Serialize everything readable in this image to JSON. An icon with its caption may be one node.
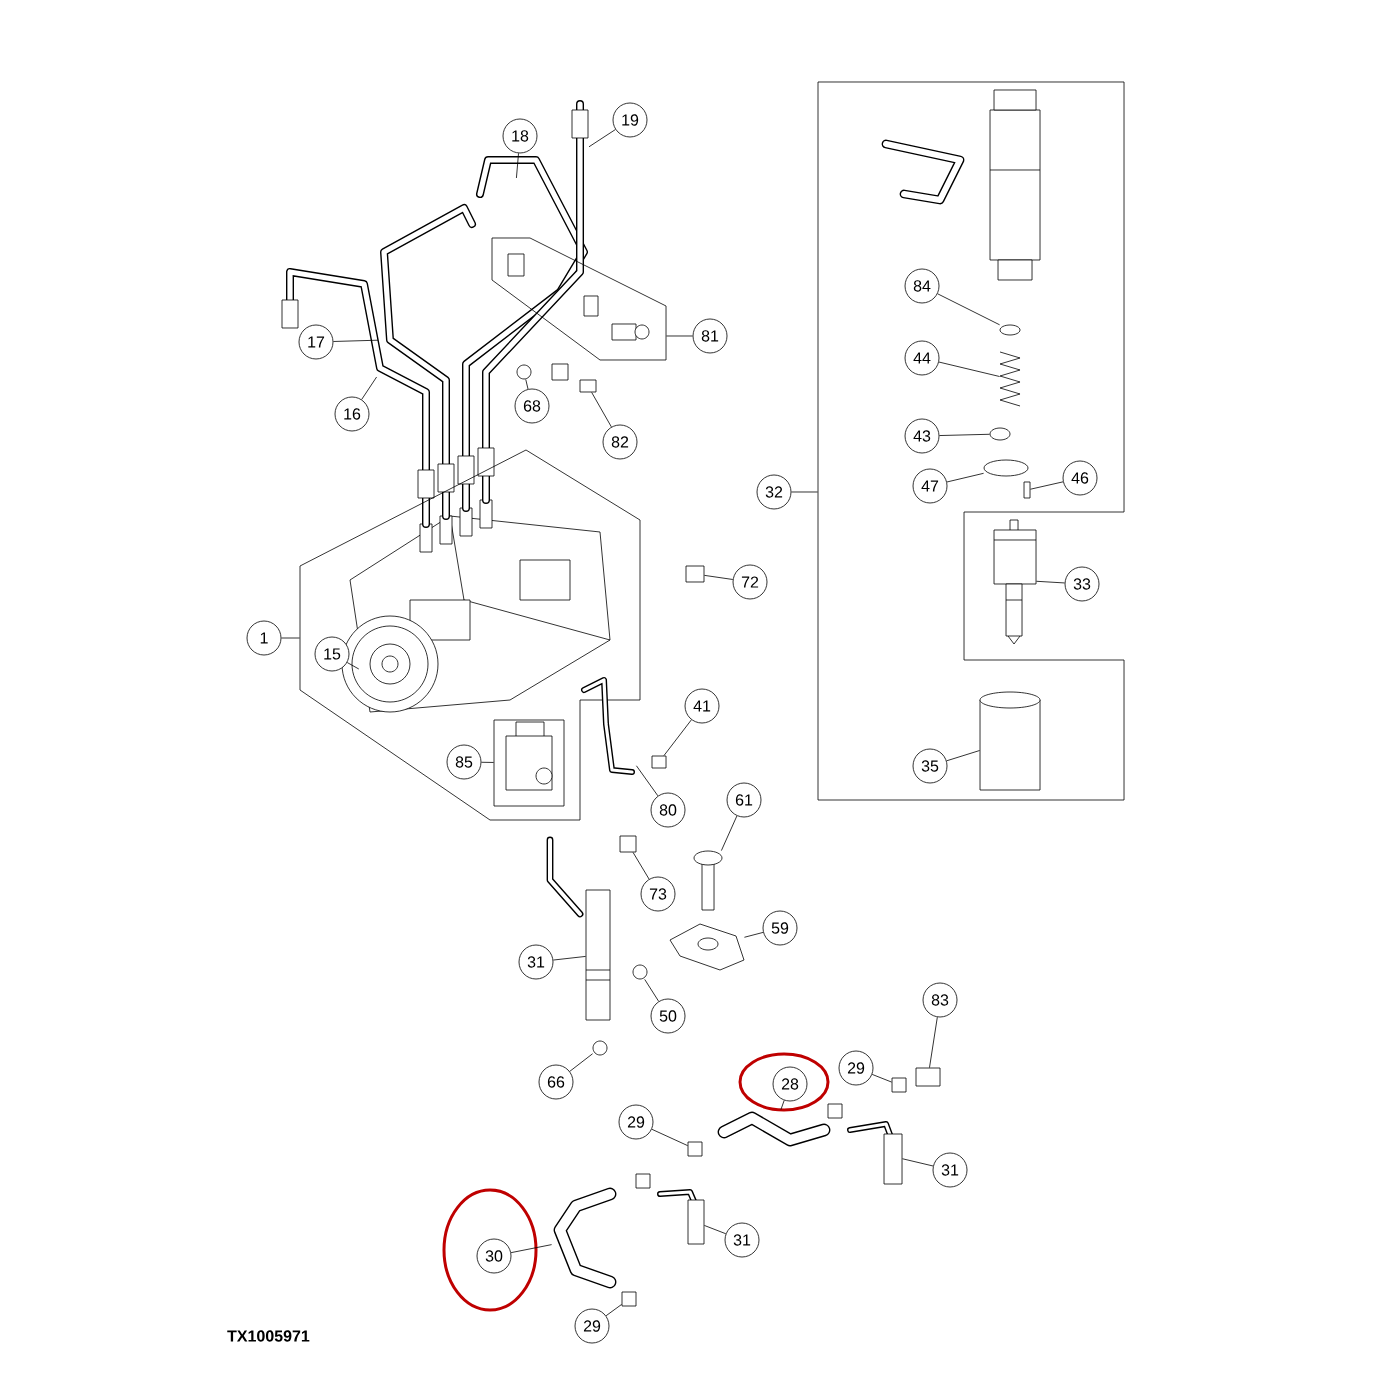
{
  "diagram": {
    "nodes": [
      {
        "text": [
          "18"
        ]
      },
      {
        "text": [
          "19"
        ]
      },
      {
        "text": [
          "17"
        ]
      },
      {
        "text": [
          "81"
        ]
      },
      {
        "text": [],
        "shape": "box"
      },
      {
        "text": [
          "16"
        ]
      },
      {
        "text": [
          "68"
        ]
      },
      {
        "text": [],
        "shape": "circle"
      },
      {
        "text": [
          "82"
        ]
      },
      {
        "text": [],
        "shape": "box"
      },
      {
        "text": [
          "72"
        ]
      },
      {
        "text": [],
        "shape": "box"
      },
      {
        "text": [
          "1"
        ]
      },
      {
        "text": [],
        "shape": "box"
      },
      {
        "text": [
          "15"
        ],
        "in": 13
      },
      {
        "text": [],
        "shape": "box",
        "in": 13
      },
      {
        "text": [
          "85"
        ],
        "in": 13
      },
      {
        "text": [],
        "shape": "picture",
        "in": 13
      },
      {
        "text": [
          "41"
        ]
      },
      {
        "text": [],
        "shape": "box"
      },
      {
        "text": [
          "80"
        ]
      },
      {
        "text": [
          "61"
        ]
      },
      {
        "text": [],
        "shape": "picture"
      },
      {
        "text": [],
        "shape": "box"
      },
      {
        "text": [
          "73"
        ]
      },
      {
        "text": [],
        "shape": "picture"
      },
      {
        "text": [
          "59"
        ]
      },
      {
        "text": [],
        "shape": "picture"
      },
      {
        "text": [
          "31"
        ]
      },
      {
        "text": [],
        "shape": "circle"
      },
      {
        "text": [
          "50"
        ]
      },
      {
        "text": [],
        "shape": "circle"
      },
      {
        "text": [
          "66"
        ]
      },
      {
        "text": [
          "32"
        ]
      },
      {
        "text": [],
        "shape": "box"
      },
      {
        "text": [
          "84"
        ],
        "in": 34
      },
      {
        "text": [],
        "shape": "circle",
        "in": 34
      },
      {
        "text": [
          "44"
        ],
        "in": 34
      },
      {
        "text": [],
        "shape": "picture",
        "in": 34
      },
      {
        "text": [
          "43"
        ],
        "in": 34
      },
      {
        "text": [],
        "shape": "circle",
        "in": 34
      },
      {
        "text": [
          "47"
        ],
        "in": 34
      },
      {
        "text": [],
        "shape": "circle",
        "in": 34
      },
      {
        "text": [],
        "shape": "box",
        "in": 34
      },
      {
        "text": [
          "46"
        ],
        "in": 34
      },
      {
        "text": [],
        "shape": "picture"
      },
      {
        "text": [
          "33"
        ]
      },
      {
        "text": [],
        "shape": "cylinder",
        "in": 34
      },
      {
        "text": [
          "35"
        ],
        "in": 34
      },
      {
        "text": [
          "83"
        ]
      },
      {
        "text": [],
        "shape": "box"
      },
      {
        "text": [
          "28"
        ]
      },
      {
        "text": [
          "29"
        ]
      },
      {
        "text": [],
        "shape": "box"
      },
      {
        "text": [
          "29"
        ]
      },
      {
        "text": [],
        "shape": "box"
      },
      {
        "text": [],
        "shape": "picture"
      },
      {
        "text": [],
        "shape": "picture"
      },
      {
        "text": [
          "31"
        ]
      },
      {
        "text": [],
        "shape": "picture"
      },
      {
        "text": [
          "31"
        ]
      },
      {
        "text": [
          "30"
        ]
      },
      {
        "text": [],
        "shape": "picture"
      },
      {
        "text": [],
        "shape": "box"
      },
      {
        "text": [
          "29"
        ]
      }
    ],
    "edges": [
      {
        "from": 0,
        "to": null,
        "arrow": "none"
      },
      {
        "from": 1,
        "to": null,
        "arrow": "none"
      },
      {
        "from": 2,
        "to": null,
        "arrow": "none"
      },
      {
        "from": 3,
        "to": 4,
        "arrow": "none"
      },
      {
        "from": 5,
        "to": null,
        "arrow": "none"
      },
      {
        "from": 6,
        "to": 7,
        "arrow": "none"
      },
      {
        "from": 8,
        "to": 9,
        "arrow": "none"
      },
      {
        "from": 10,
        "to": 11,
        "arrow": "none"
      },
      {
        "from": 12,
        "to": 13,
        "arrow": "none"
      },
      {
        "from": 14,
        "to": null,
        "arrow": "none"
      },
      {
        "from": 16,
        "to": 15,
        "arrow": "none"
      },
      {
        "from": 20,
        "to": 17,
        "arrow": "none"
      },
      {
        "from": 18,
        "to": 19,
        "arrow": "none"
      },
      {
        "from": 21,
        "to": 22,
        "arrow": "none"
      },
      {
        "from": 24,
        "to": 23,
        "arrow": "none"
      },
      {
        "from": 26,
        "to": 25,
        "arrow": "none"
      },
      {
        "from": 28,
        "to": 27,
        "arrow": "none"
      },
      {
        "from": 30,
        "to": 29,
        "arrow": "none"
      },
      {
        "from": 32,
        "to": 31,
        "arrow": "none"
      },
      {
        "from": 33,
        "to": 34,
        "arrow": "none"
      },
      {
        "from": 35,
        "to": 36,
        "arrow": "none"
      },
      {
        "from": 37,
        "to": 38,
        "arrow": "none"
      },
      {
        "from": 39,
        "to": 40,
        "arrow": "none"
      },
      {
        "from": 41,
        "to": 42,
        "arrow": "none"
      },
      {
        "from": 44,
        "to": 43,
        "arrow": "none"
      },
      {
        "from": 46,
        "to": 45,
        "arrow": "none"
      },
      {
        "from": 48,
        "to": 47,
        "arrow": "none"
      },
      {
        "from": 49,
        "to": 50,
        "arrow": "none"
      },
      {
        "from": 51,
        "to": 56,
        "arrow": "none"
      },
      {
        "from": 52,
        "to": 53,
        "arrow": "none"
      },
      {
        "from": 54,
        "to": 55,
        "arrow": "none"
      },
      {
        "from": 58,
        "to": 57,
        "arrow": "none"
      },
      {
        "from": 60,
        "to": 59,
        "arrow": "none"
      },
      {
        "from": 61,
        "to": 62,
        "arrow": "none"
      },
      {
        "from": 64,
        "to": 63,
        "arrow": "none"
      }
    ],
    "labels": [
      "TX1005971"
    ]
  }
}
